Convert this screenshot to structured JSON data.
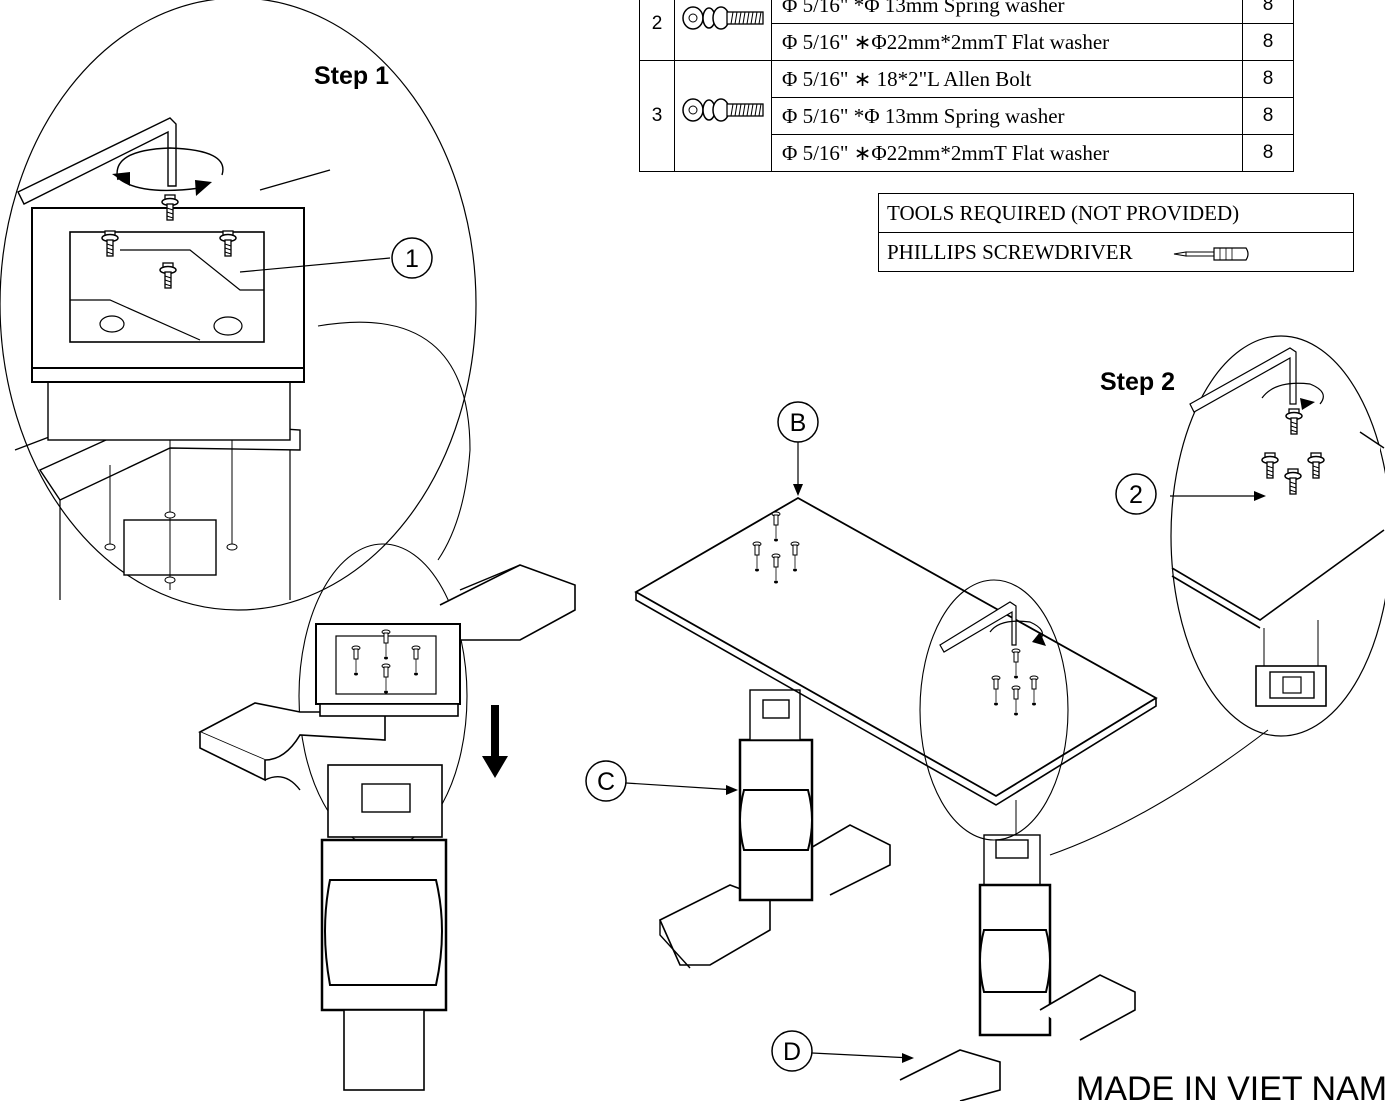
{
  "steps": {
    "step1": "Step 1",
    "step2": "Step 2"
  },
  "callouts": {
    "c1": "1",
    "c2": "2",
    "b": "B",
    "c": "C",
    "d": "D"
  },
  "hardware": [
    {
      "no": "2",
      "icon": "bolt-set-icon",
      "items": [
        {
          "desc": "Φ 5/16\" *Φ 13mm Spring washer",
          "qty": "8"
        },
        {
          "desc": "Φ 5/16\" ∗Φ22mm*2mmT Flat washer",
          "qty": "8"
        }
      ]
    },
    {
      "no": "3",
      "icon": "bolt-set-icon",
      "items": [
        {
          "desc": "Φ 5/16\" ∗ 18*2\"L Allen Bolt",
          "qty": "8"
        },
        {
          "desc": "Φ 5/16\" *Φ 13mm Spring washer",
          "qty": "8"
        },
        {
          "desc": "Φ 5/16\" ∗Φ22mm*2mmT Flat washer",
          "qty": "8"
        }
      ]
    }
  ],
  "tools": {
    "header": "TOOLS REQUIRED (NOT PROVIDED)",
    "item": "PHILLIPS SCREWDRIVER",
    "icon": "screwdriver-icon"
  },
  "footer": {
    "made_in": "MADE IN VIET NAM"
  }
}
